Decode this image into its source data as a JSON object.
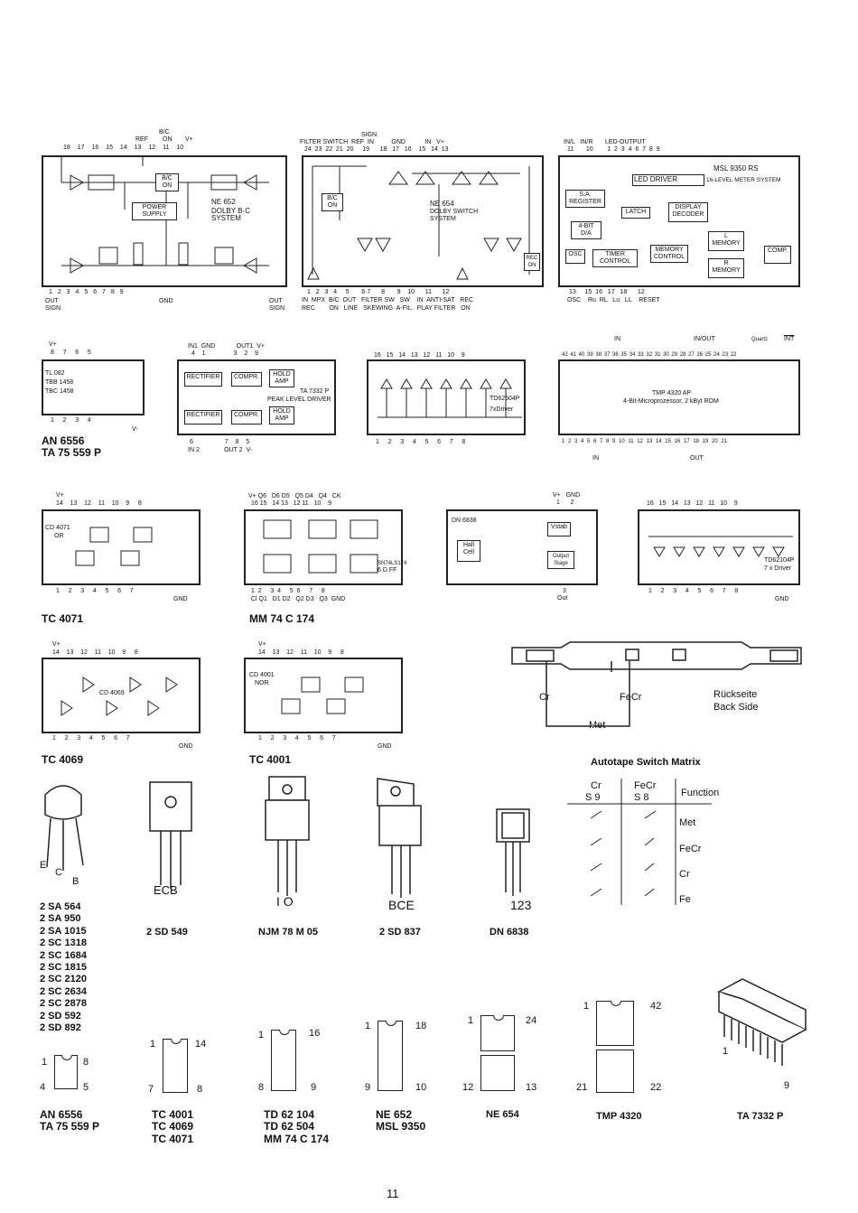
{
  "row1": {
    "ne652": {
      "top_labels": {
        "bc": "B/C",
        "ref": "REF",
        "on": "ON",
        "vplus": "V+"
      },
      "top_pins": "18    17    16    15    14    13    12    11    10",
      "bottom_pins": "1        2        3  4        5        6    7        8        9",
      "bottom_names": {
        "out_sign": "OUT SIGN.",
        "gnd": "GND",
        "out_sign2": "OUT SIGN."
      },
      "blocks": {
        "bc_on": "B/C ON",
        "power_supply": "POWER SUPPLY",
        "name": "NE 652",
        "desc": "DOLBY B·C SYSTEM"
      }
    },
    "ne654": {
      "top_header": "SIGN.",
      "top_labels": "FILTER SWITCH  REF  IN          GND           IN   V+",
      "top_pins": "24  23  22  21  20     19      18   17   16    15   14  13",
      "bottom_pins": "1   2   3   4     5       6·7      8       9    10      11      12",
      "bottom_names": "IN  MPX  B/C  OUT   FILTER SW   SW    IN  ANTI-SAT   REC",
      "bottom_names2": "REC        ON   LINE   SKEWING  A-FIL.  PLAY FILTER   ON",
      "blocks": {
        "bc_on": "B/C ON",
        "name": "NE 654",
        "desc": "DOLBY SWITCH SYSTEM",
        "rec_on": "REC ON"
      }
    },
    "msl9350": {
      "top_labels": "IN/L   IN/R       LED-OUTPUT",
      "top_pins": "11       10        1  2  3  4  6  7  8  9",
      "name": "MSL 9350 RS",
      "desc": "16-LEVEL METER SYSTEM",
      "blocks": {
        "led_driver": "LED DRIVER",
        "sa_register": "S.A. REGISTER",
        "latch": "LATCH",
        "display_decoder": "DISPLAY DECODER",
        "bit4": "4-BIT D/A",
        "l_memory": "L MEMORY",
        "osc": "OSC",
        "timer": "TIMER CONTROL",
        "memory_control": "MEMORY CONTROL",
        "comp": "COMP.",
        "r_memory": "R MEMORY"
      },
      "bottom_pins": "13     15  16   17   18      12",
      "bottom_names": "OSC    Ru  RL   Lu   LL    RESET"
    }
  },
  "row2": {
    "an6556": {
      "vplus": "V+",
      "top_pins": "8     7     6     5",
      "lines": [
        "TL 082",
        "TBB 1458",
        "TBC 1458"
      ],
      "bottom_pins": "1     2     3     4",
      "vminus": "V-",
      "title": "AN 6556\nTA 75 559 P"
    },
    "ta7332": {
      "top_labels": "IN1  GND            OUT1  V+",
      "top_pins": "4    1                3    2    9",
      "blocks": {
        "rectifier": "RECTIFIER",
        "compr": "COMPR.",
        "hold_amp": "HOLD AMP",
        "name": "TA 7332 P",
        "desc": "PEAK LEVEL DRIVER"
      },
      "bottom_pins": "6                  7    8    5",
      "bottom_names": "IN 2              OUT 2  V-"
    },
    "td62504": {
      "top_pins": "16   15   14   13   12   11   10    9",
      "name": "TD62504P",
      "desc": "7xDriver",
      "bottom_pins": "1     2     3     4     5     6     7     8"
    },
    "tmp4320": {
      "top_labels": {
        "in": "IN",
        "inout": "IN/OUT",
        "quartz": "Quartz",
        "int": "INT"
      },
      "top_pins": "42 41 40 39 38 37 36 35 34 33 32 31 30 29 28 27 26 25 24 23 22",
      "name": "TMP 4320 AP",
      "desc": "4-Bit-Microprozessor, 2 kByt ROM",
      "bottom_pins": "1  2  3  4  5  6  7  8  9  10 11 12 13 14 15 16 17 18 19 20 21",
      "bottom_in": "IN",
      "bottom_out": "OUT"
    }
  },
  "row3": {
    "tc4071": {
      "vplus": "V+",
      "top_pins": "14    13    12    11    10    9     8",
      "name": "CD 4071",
      "desc": "OR",
      "bottom_pins": "1     2     3     4     5     6     7",
      "gnd": "GND",
      "title": "TC 4071"
    },
    "mm74c174": {
      "top_labels": "V+ Q6   D6 D5   Q5 D4   Q4   CK",
      "top_pins": "16 15   14 13   12 11   10    9",
      "name": "SN74LS174",
      "desc": "6 D FF",
      "bottom_pins": "1  2     3  4     5  6     7     8",
      "bottom_names": "Cl Q1   D1 D2   Q2 D3   Q3  GND",
      "title": "MM 74 C 174"
    },
    "dn6838": {
      "top_labels": "V+   GND",
      "top_pins": "1      2",
      "name": "DN 6838",
      "blocks": {
        "hall": "Hall Cell",
        "vstab": "Vstab",
        "output": "Output Stage"
      },
      "bottom_pin": "3",
      "bottom_name": "Out"
    },
    "td62104": {
      "top_pins": "16   15   14   13   12   11   10    9",
      "name": "TD62104P",
      "desc": "7 x Driver",
      "bottom_pins": "1     2     3     4     5     6     7     8",
      "gnd": "GND"
    }
  },
  "row4": {
    "tc4069": {
      "vplus": "V+",
      "top_pins": "14    13    12    11    10    9     8",
      "name": "CD 4069",
      "bottom_pins": "1     2     3     4     5     6     7",
      "gnd": "GND",
      "title": "TC 4069"
    },
    "tc4001": {
      "vplus": "V+",
      "top_pins": "14    13    12    11    10    9     8",
      "name": "CD 4001",
      "desc": "NOR",
      "bottom_pins": "1     2     3     4     5     6     7",
      "gnd": "GND",
      "title": "TC 4001"
    },
    "cassette": {
      "cr": "Cr",
      "fecr": "FeCr",
      "met": "Met",
      "back1": "Rückseite",
      "back2": "Back Side"
    }
  },
  "matrix": {
    "title": "Autotape Switch Matrix",
    "col1": "Cr",
    "col1b": "S 9",
    "col2": "FeCr",
    "col2b": "S 8",
    "col3": "Function",
    "rows": [
      "Met",
      "FeCr",
      "Cr",
      "Fe"
    ]
  },
  "packages": {
    "to92": {
      "e": "E",
      "c": "C",
      "b": "B",
      "list": "2 SA 564\n2 SA 950\n2 SA 1015\n2 SC 1318\n2 SC 1684\n2 SC 1815\n2 SC 2120\n2 SC 2634\n2 SC 2878\n2 SD 592\n2 SD 892"
    },
    "sd549": {
      "pins": "ECB",
      "name": "2 SD 549"
    },
    "njm": {
      "pins": "I O",
      "name": "NJM 78 M 05"
    },
    "sd837": {
      "pins": "BCE",
      "name": "2 SD 837"
    },
    "dn6838": {
      "pins": "123",
      "name": "DN 6838"
    }
  },
  "dips": [
    {
      "p1": "1",
      "pn": "8",
      "pb": "4",
      "pbn": "5",
      "name": "AN 6556\nTA 75 559 P"
    },
    {
      "p1": "1",
      "pn": "14",
      "pb": "7",
      "pbn": "8",
      "name": "TC 4001\nTC 4069\nTC 4071"
    },
    {
      "p1": "1",
      "pn": "16",
      "pb": "8",
      "pbn": "9",
      "name": "TD 62 104\nTD 62 504\nMM 74 C 174"
    },
    {
      "p1": "1",
      "pn": "18",
      "pb": "9",
      "pbn": "10",
      "name": "NE 652\nMSL 9350"
    },
    {
      "p1": "1",
      "pn": "24",
      "pb": "12",
      "pbn": "13",
      "name": "NE 654"
    },
    {
      "p1": "1",
      "pn": "42",
      "pb": "21",
      "pbn": "22",
      "name": "TMP 4320"
    },
    {
      "p1": "1",
      "pbn": "9",
      "name": "TA 7332 P"
    }
  ],
  "page_number": "11"
}
